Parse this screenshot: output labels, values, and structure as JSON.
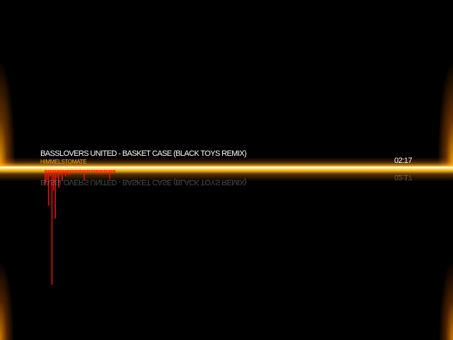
{
  "track": {
    "title": "BASSLOVERS UNITED - BASKET CASE (BLACK TOYS REMIX)",
    "artist": "HIMMELSTOMATE",
    "time": "02:17"
  },
  "colors": {
    "background": "#000000",
    "glow": "#ffaa00",
    "glow_core": "#fff3c0",
    "bars": "#ff1010",
    "artist_text": "#ffb400",
    "title_text": "#ffffff"
  },
  "spectrum_levels": [
    0.12,
    0.08,
    0.28,
    0.05,
    0.9,
    0.16,
    0.38,
    0.06,
    0.14,
    0.04,
    0.08,
    0.03,
    0.05,
    0.03,
    0.04,
    0.03,
    0.02,
    0.02,
    0.02,
    0.02,
    0.02,
    0.02,
    0.02,
    0.08,
    0.02,
    0.02,
    0.02,
    0.02,
    0.02,
    0.02,
    0.02,
    0.02,
    0.02,
    0.02,
    0.02,
    0.02,
    0.02,
    0.02,
    0.07,
    0.02,
    0.02,
    0.02
  ]
}
